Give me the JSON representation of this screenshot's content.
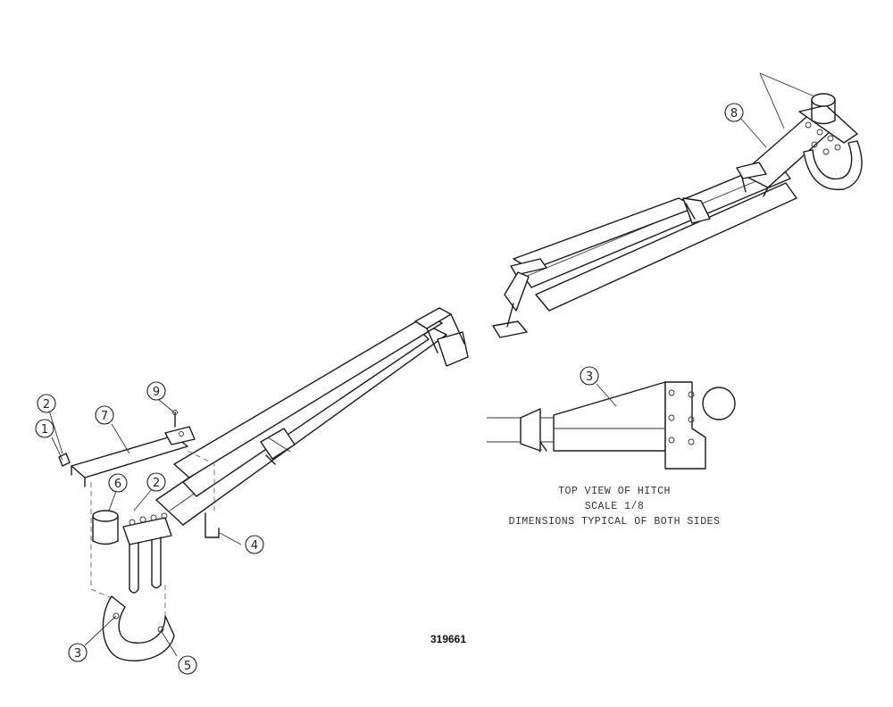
{
  "callouts": [
    {
      "id": "c2a",
      "label": "2"
    },
    {
      "id": "c1",
      "label": "1"
    },
    {
      "id": "c7",
      "label": "7"
    },
    {
      "id": "c9",
      "label": "9"
    },
    {
      "id": "c6",
      "label": "6"
    },
    {
      "id": "c2b",
      "label": "2"
    },
    {
      "id": "c4",
      "label": "4"
    },
    {
      "id": "c3a",
      "label": "3"
    },
    {
      "id": "c5",
      "label": "5"
    },
    {
      "id": "c8",
      "label": "8"
    },
    {
      "id": "c3b",
      "label": "3"
    }
  ],
  "detail": {
    "line1": "TOP VIEW OF HITCH",
    "line2": "SCALE 1/8",
    "line3": "DIMENSIONS TYPICAL OF BOTH SIDES"
  },
  "part_number": "319661"
}
